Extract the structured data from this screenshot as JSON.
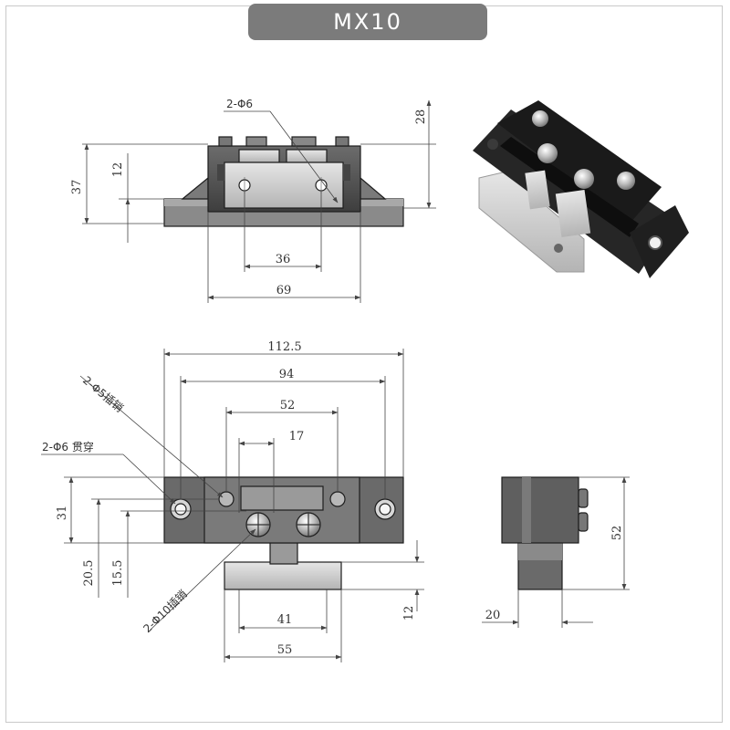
{
  "title": "MX10",
  "top_view": {
    "dims": {
      "height_total": "37",
      "height_inner": "12",
      "depth": "28",
      "hole_spacing": "36",
      "width": "69"
    },
    "callout_hole": "2-Φ6"
  },
  "front_view": {
    "dims": {
      "overall": "112.5",
      "mount_spacing": "94",
      "pin_spacing": "52",
      "center_offset": "17",
      "height": "31",
      "pin_height": "20.5",
      "mid_height": "15.5",
      "tongue_width": "41",
      "tongue_length": "55",
      "tongue_thickness": "12"
    },
    "callouts": {
      "pin5": "2-Φ5插销",
      "hole6": "2-Φ6 贯穿",
      "pin10": "2-Φ10插销"
    }
  },
  "side_view": {
    "dims": {
      "height": "52",
      "width": "20"
    }
  },
  "colors": {
    "body": "#5a5a5a",
    "metal": "#c8c8c8",
    "badge": "#7b7b7b"
  }
}
